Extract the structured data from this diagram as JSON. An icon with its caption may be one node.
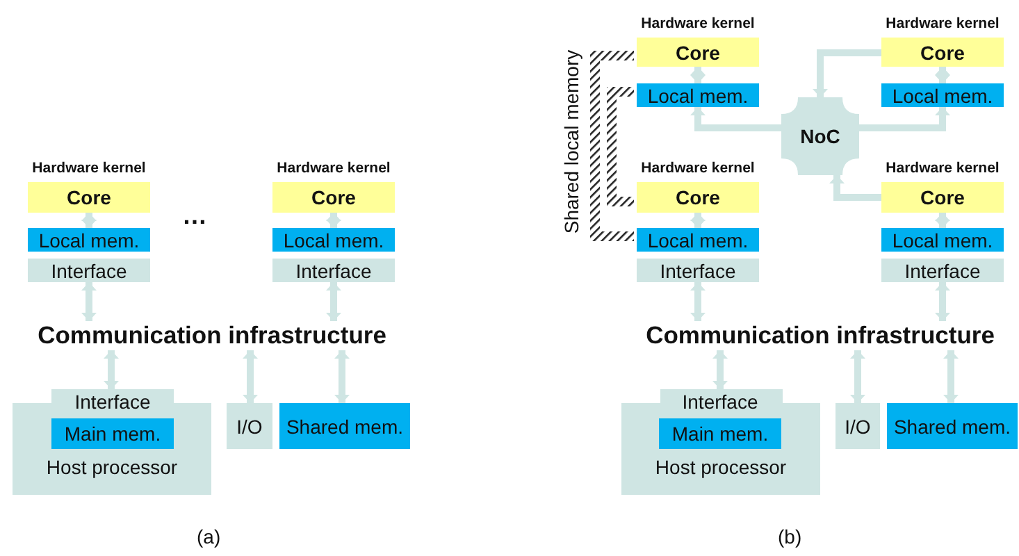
{
  "diagram": {
    "nodes": [
      {
        "text": [
          "Core"
        ],
        "beside": [
          "Hardware kernel"
        ]
      },
      {
        "text": [
          "Local mem."
        ]
      },
      {
        "text": [
          "Interface"
        ]
      },
      {
        "text": [
          "Core"
        ],
        "beside": [
          "Hardware kernel"
        ]
      },
      {
        "text": [
          "Local mem."
        ]
      },
      {
        "text": [
          "Interface"
        ]
      },
      {
        "text": [
          "Communication infrastructure"
        ]
      },
      {
        "text": [
          "Host processor"
        ]
      },
      {
        "text": [
          "Interface"
        ],
        "in": 7
      },
      {
        "text": [
          "Main mem."
        ],
        "in": 7
      },
      {
        "text": [
          "I/O"
        ]
      },
      {
        "text": [
          "Shared mem."
        ]
      },
      {
        "text": [
          "Core"
        ],
        "beside": [
          "Hardware kernel"
        ]
      },
      {
        "text": [
          "Local mem."
        ]
      },
      {
        "text": [
          "Core"
        ],
        "beside": [
          "Hardware kernel"
        ]
      },
      {
        "text": [
          "Local mem."
        ]
      },
      {
        "text": [
          "NoC"
        ]
      },
      {
        "text": [
          "Core"
        ],
        "beside": [
          "Hardware kernel"
        ]
      },
      {
        "text": [
          "Local mem."
        ]
      },
      {
        "text": [
          "Interface"
        ]
      },
      {
        "text": [
          "Core"
        ],
        "beside": [
          "Hardware kernel"
        ]
      },
      {
        "text": [
          "Local mem."
        ]
      },
      {
        "text": [
          "Interface"
        ]
      },
      {
        "text": [
          "Communication infrastructure"
        ]
      },
      {
        "text": [
          "Host processor"
        ]
      },
      {
        "text": [
          "Interface"
        ],
        "in": 24
      },
      {
        "text": [
          "Main mem."
        ],
        "in": 24
      },
      {
        "text": [
          "I/O"
        ]
      },
      {
        "text": [
          "Shared mem."
        ]
      }
    ],
    "edges": [
      {
        "from": 0,
        "to": 1,
        "arrow": "both"
      },
      {
        "from": 2,
        "to": 6,
        "arrow": "both"
      },
      {
        "from": 3,
        "to": 4,
        "arrow": "both"
      },
      {
        "from": 5,
        "to": 6,
        "arrow": "both"
      },
      {
        "from": 6,
        "to": 8,
        "arrow": "both"
      },
      {
        "from": 6,
        "to": 10,
        "arrow": "both"
      },
      {
        "from": 6,
        "to": 11,
        "arrow": "both"
      },
      {
        "from": 12,
        "to": 13,
        "arrow": "both"
      },
      {
        "from": 14,
        "to": 15,
        "arrow": "both"
      },
      {
        "from": 16,
        "to": 13,
        "arrow": "to"
      },
      {
        "from": 16,
        "to": 15,
        "arrow": "to"
      },
      {
        "from": 14,
        "to": 16,
        "arrow": "to"
      },
      {
        "from": 20,
        "to": 16,
        "arrow": "to"
      },
      {
        "from": 17,
        "to": 18,
        "arrow": "both"
      },
      {
        "from": 20,
        "to": 21,
        "arrow": "both"
      },
      {
        "from": 19,
        "to": 23,
        "arrow": "both"
      },
      {
        "from": 22,
        "to": 23,
        "arrow": "both"
      },
      {
        "from": 23,
        "to": 25,
        "arrow": "both"
      },
      {
        "from": 23,
        "to": 27,
        "arrow": "both"
      },
      {
        "from": 23,
        "to": 28,
        "arrow": "both"
      }
    ],
    "labels": [
      "…",
      "Shared local memory",
      "(a)",
      "(b)"
    ]
  }
}
